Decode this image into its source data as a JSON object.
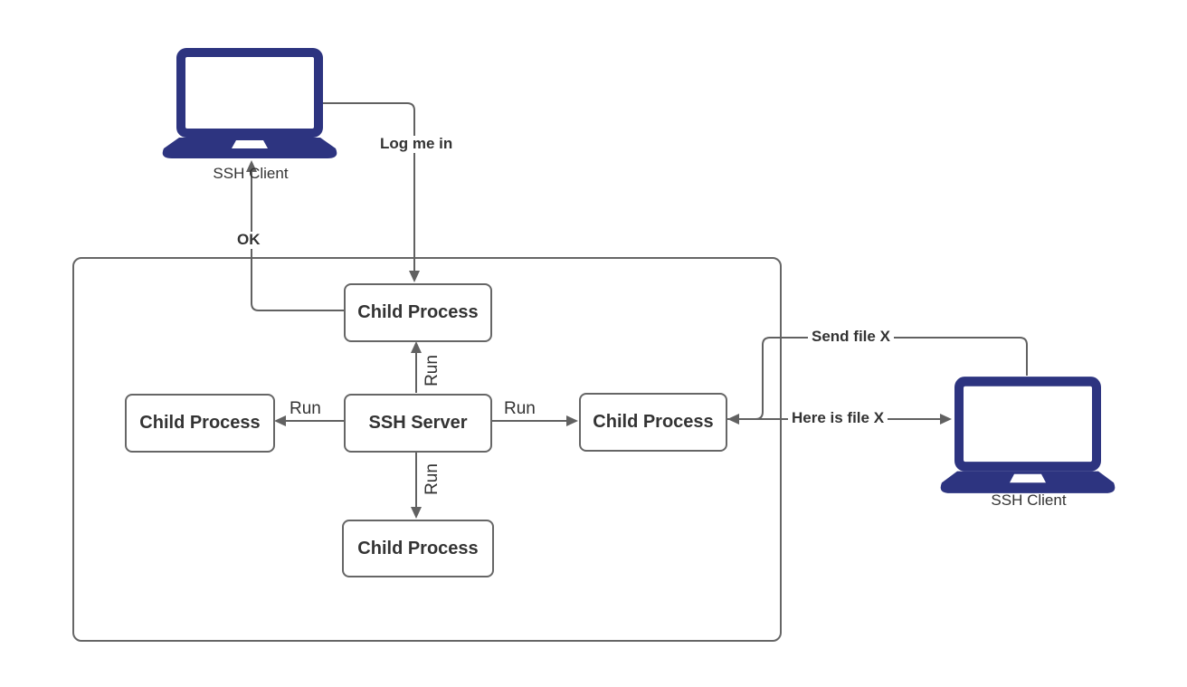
{
  "diagram": {
    "colors": {
      "laptop": "#2d3480",
      "line": "#616161",
      "box_border": "#666666",
      "text": "#333333"
    },
    "clients": [
      {
        "label": "SSH Client"
      },
      {
        "label": "SSH Client"
      }
    ],
    "server": {
      "label": "SSH Server"
    },
    "child_processes": [
      {
        "label": "Child Process"
      },
      {
        "label": "Child Process"
      },
      {
        "label": "Child Process"
      },
      {
        "label": "Child Process"
      }
    ],
    "edges": {
      "log_me_in": "Log me in",
      "ok": "OK",
      "run_top": "Run",
      "run_left": "Run",
      "run_right": "Run",
      "run_bottom": "Run",
      "send_file": "Send file X",
      "here_is_file": "Here is file X"
    }
  }
}
